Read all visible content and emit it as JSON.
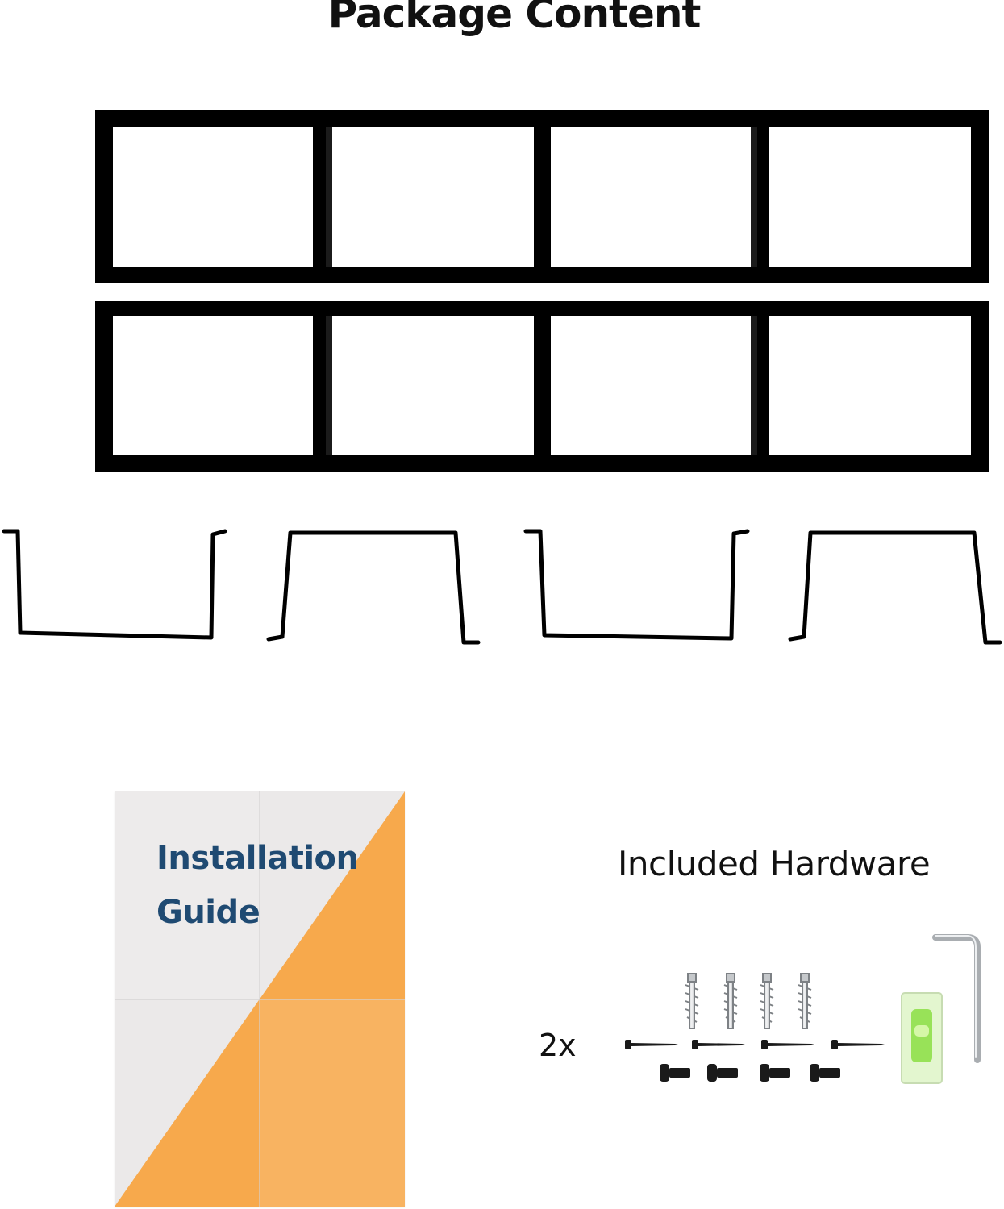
{
  "title": "Package Content",
  "guide": {
    "line1": "Installation",
    "line2": "Guide"
  },
  "hardware": {
    "label": "Included Hardware",
    "quantity": "2x"
  },
  "colors": {
    "frame": "#000000",
    "guide_text": "#1f4a72",
    "guide_orange": "#f7a94c",
    "guide_paper": "#ebe9e9",
    "level_green": "#8fe04a"
  },
  "icons": [
    "shelf-frame-icon",
    "u-bracket-icon",
    "installation-guide-icon",
    "drywall-anchor-icon",
    "screw-icon",
    "bubble-level-icon",
    "allen-key-icon"
  ]
}
